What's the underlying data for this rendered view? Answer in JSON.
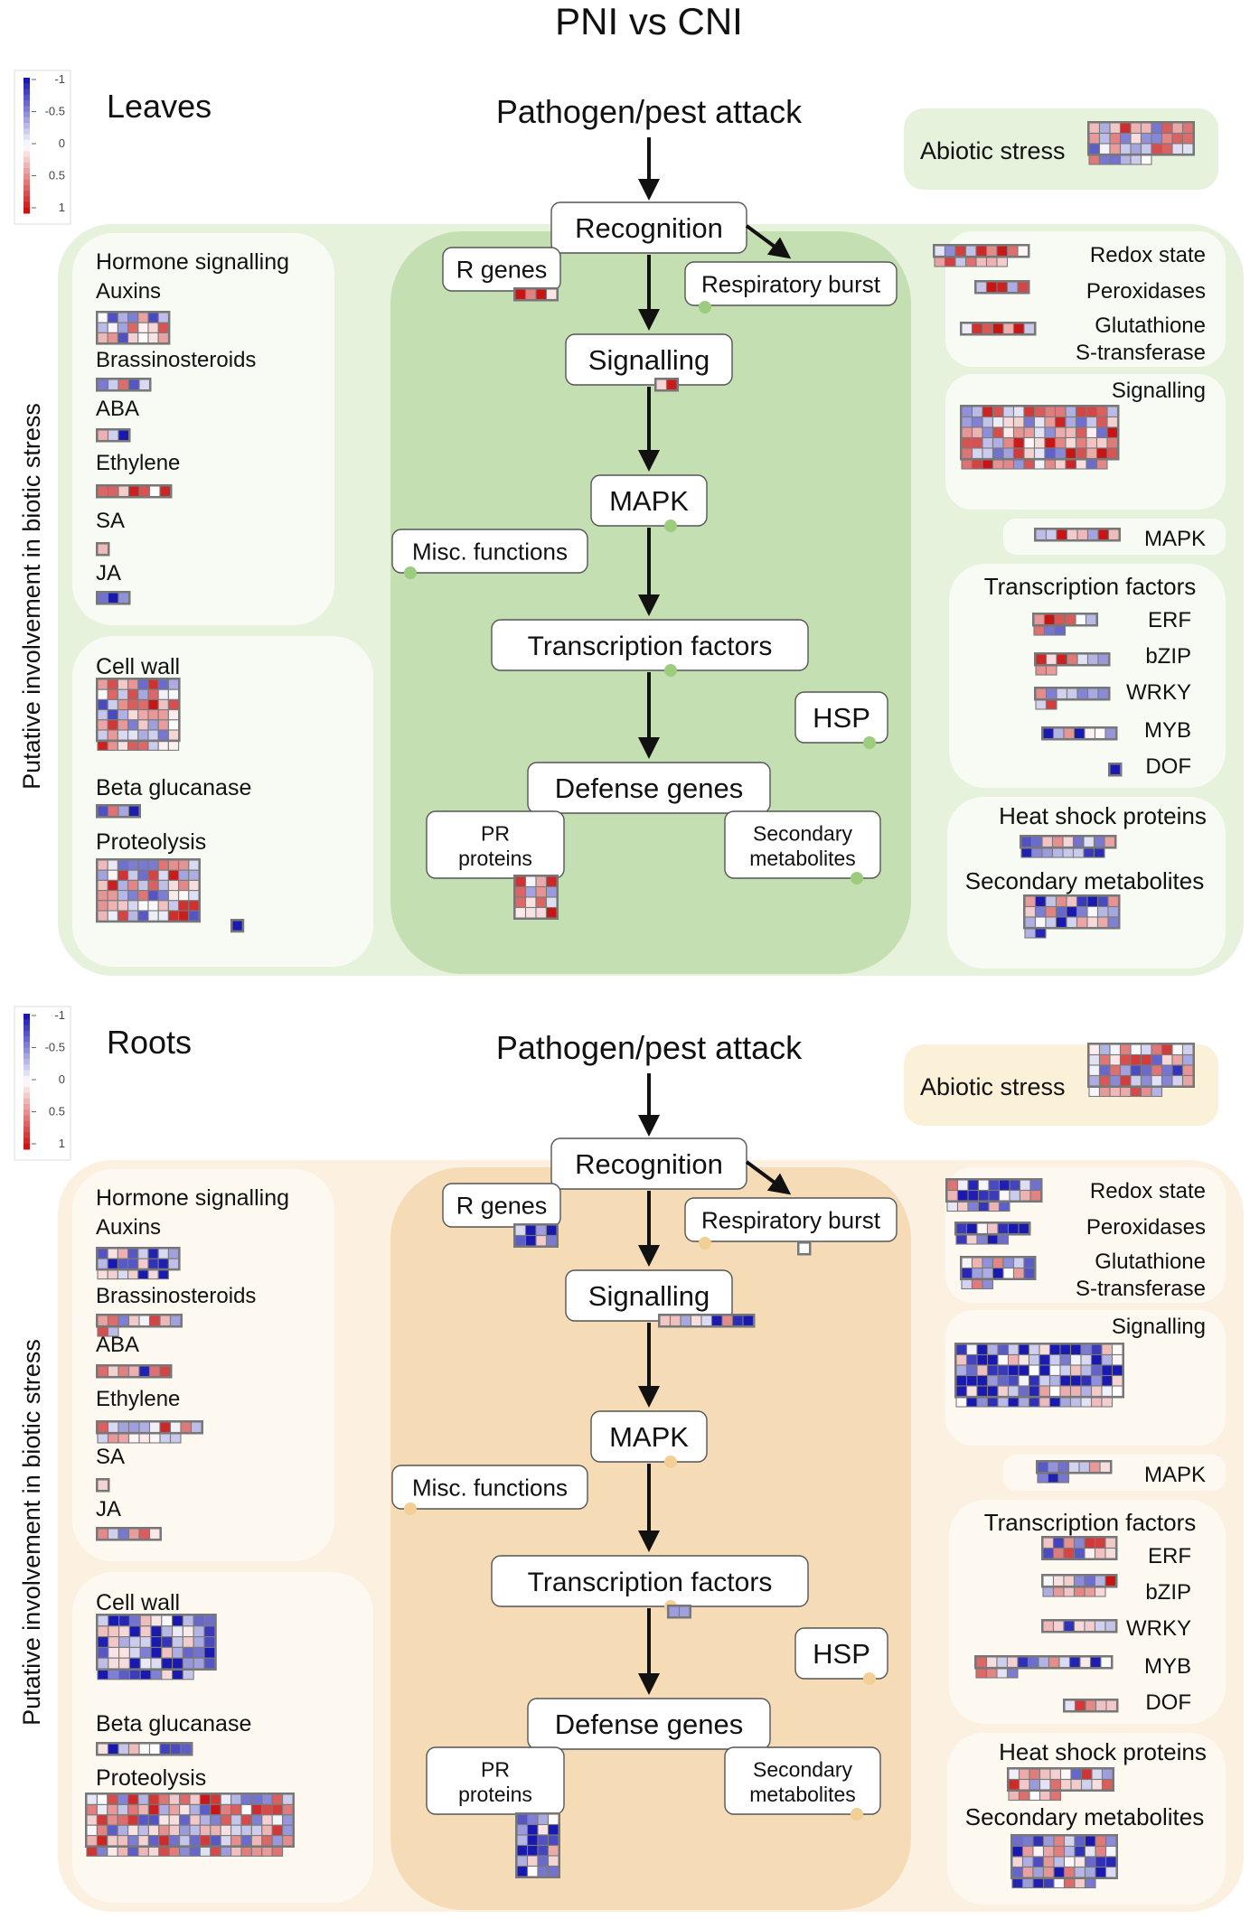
{
  "figure_title": "PNI vs CNI",
  "legend_labels": [
    "-1",
    "-0.5",
    "0",
    "0.5",
    "1"
  ],
  "side_label": "Putative involvement in biotic stress",
  "colors": {
    "leaves_outer": "#e6f2dc",
    "leaves_center": "#c4dfb1",
    "leaves_abiotic": "#e6f2dc",
    "leaves_dot": "#9ccc7e",
    "roots_outer": "#fcf0e0",
    "roots_center": "#f5dcb6",
    "roots_abiotic": "#fbf0d8",
    "roots_dot": "#f2cf94",
    "neg_extreme": "#1a1ab0",
    "pos_extreme": "#cc1111"
  },
  "panels": [
    {
      "tissue": "Leaves",
      "center": {
        "pathogen": "Pathogen/pest attack",
        "recognition": "Recognition",
        "r_genes": "R genes",
        "respiratory_burst": "Respiratory burst",
        "signalling": "Signalling",
        "mapk": "MAPK",
        "misc_functions": "Misc. functions",
        "transcription_factors": "Transcription factors",
        "hsp": "HSP",
        "defense_genes": "Defense genes",
        "pr_proteins": "PR\nproteins",
        "secondary_metabolites": "Secondary\nmetabolites"
      },
      "abiotic_stress": "Abiotic stress",
      "left": {
        "hormone": {
          "title": "Hormone signalling",
          "items": [
            "Auxins",
            "Brassinosteroids",
            "ABA",
            "Ethylene",
            "SA",
            "JA"
          ]
        },
        "cellwall": {
          "items": [
            "Cell wall",
            "Beta glucanase",
            "Proteolysis"
          ]
        }
      },
      "right": {
        "redox": [
          "Redox state",
          "Peroxidases",
          "Glutathione\nS-transferase"
        ],
        "signalling": "Signalling",
        "mapk": "MAPK",
        "tf": {
          "title": "Transcription factors",
          "items": [
            "ERF",
            "bZIP",
            "WRKY",
            "MYB",
            "DOF"
          ]
        },
        "hsp_sm": [
          "Heat shock proteins",
          "Secondary metabolites"
        ]
      }
    },
    {
      "tissue": "Roots",
      "center": {
        "pathogen": "Pathogen/pest attack",
        "recognition": "Recognition",
        "r_genes": "R genes",
        "respiratory_burst": "Respiratory burst",
        "signalling": "Signalling",
        "mapk": "MAPK",
        "misc_functions": "Misc. functions",
        "transcription_factors": "Transcription factors",
        "hsp": "HSP",
        "defense_genes": "Defense genes",
        "pr_proteins": "PR\nproteins",
        "secondary_metabolites": "Secondary\nmetabolites"
      },
      "abiotic_stress": "Abiotic stress",
      "left": {
        "hormone": {
          "title": "Hormone signalling",
          "items": [
            "Auxins",
            "Brassinosteroids",
            "ABA",
            "Ethylene",
            "SA",
            "JA"
          ]
        },
        "cellwall": {
          "items": [
            "Cell wall",
            "Beta glucanase",
            "Proteolysis"
          ]
        }
      },
      "right": {
        "redox": [
          "Redox state",
          "Peroxidases",
          "Glutathione\nS-transferase"
        ],
        "signalling": "Signalling",
        "mapk": "MAPK",
        "tf": {
          "title": "Transcription factors",
          "items": [
            "ERF",
            "bZIP",
            "WRKY",
            "MYB",
            "DOF"
          ]
        },
        "hsp_sm": [
          "Heat shock proteins",
          "Secondary metabolites"
        ]
      }
    }
  ]
}
